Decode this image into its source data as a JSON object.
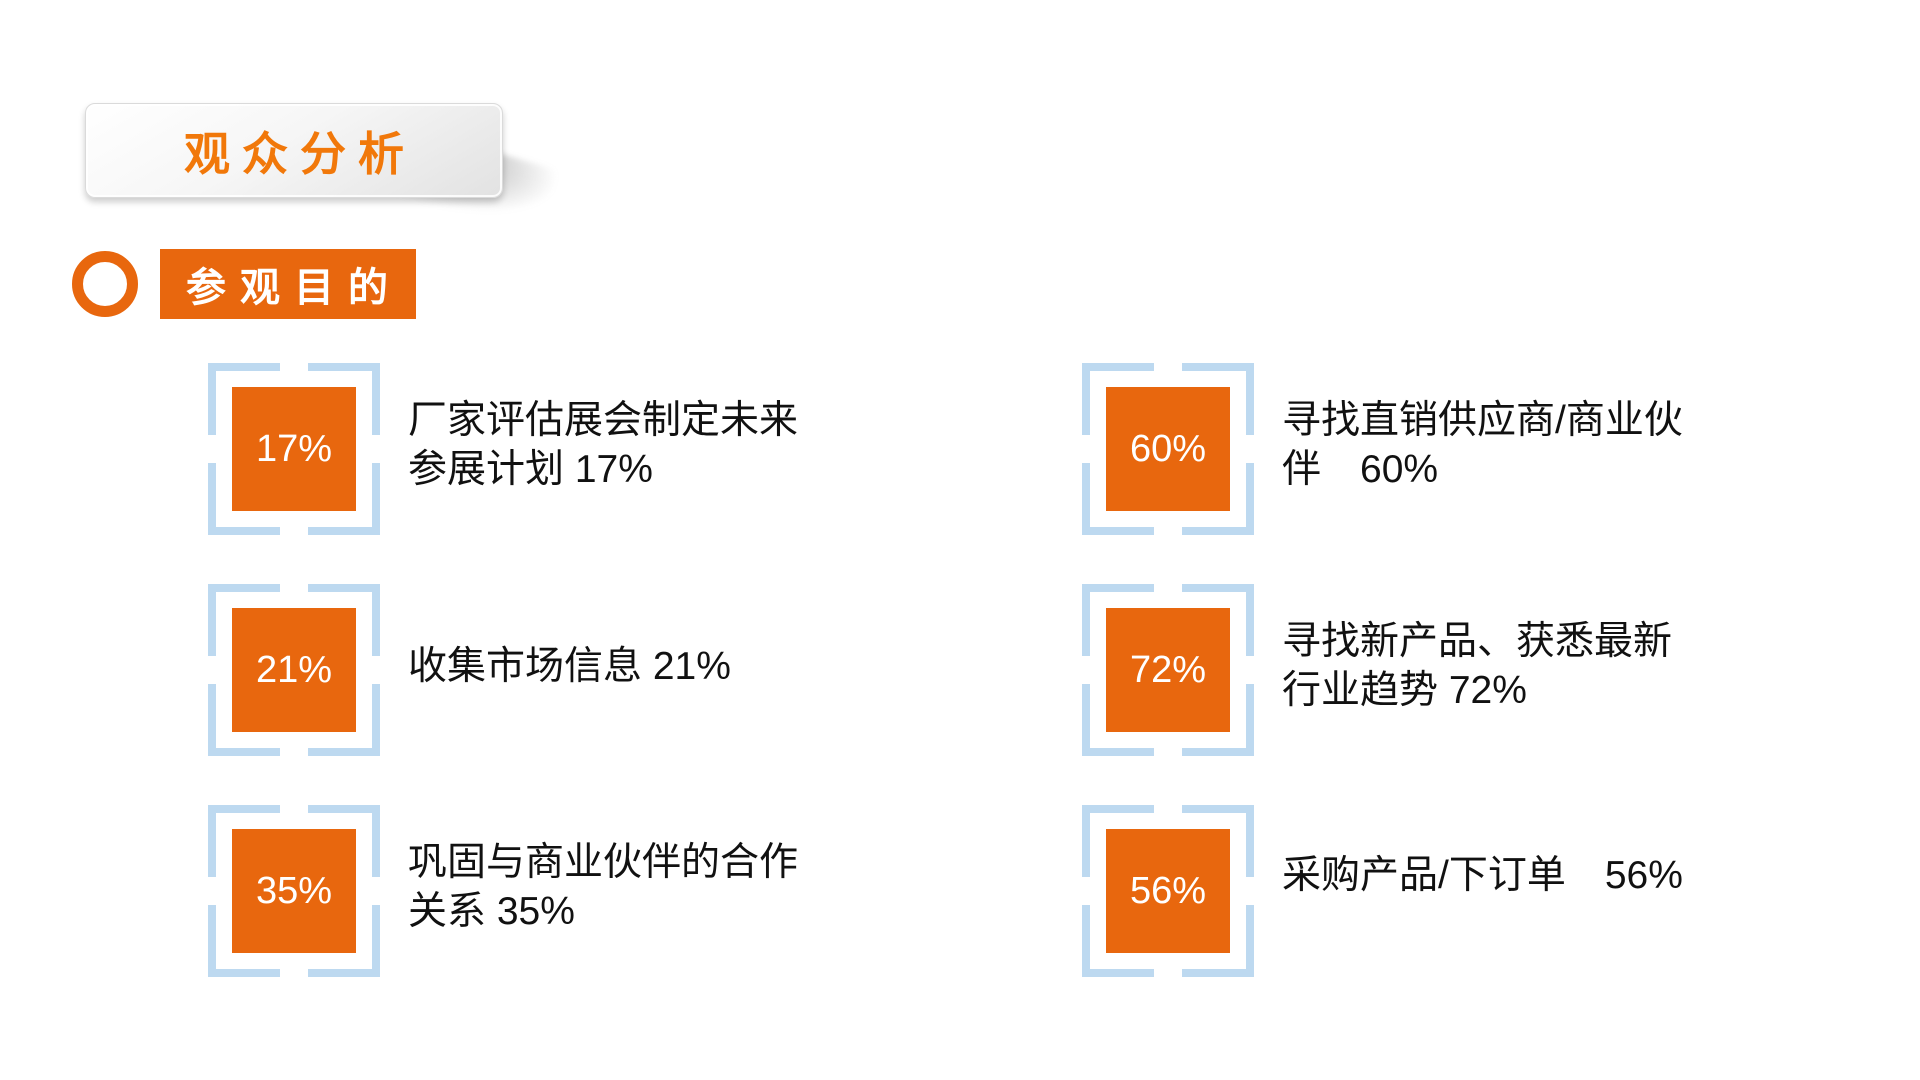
{
  "page": {
    "background": "#FFFFFF"
  },
  "colors": {
    "accent_orange": "#E8670E",
    "title_orange": "#F1780A",
    "frame_blue": "#BDD9F0",
    "text_dark": "#111111",
    "percent_white": "#FFFFFF",
    "page_bg": "#FFFFFF"
  },
  "header": {
    "title": "观众分析"
  },
  "section": {
    "bullet_icon": "ring-circle",
    "label": "参观目的"
  },
  "items": [
    {
      "percent": "17%",
      "text": "厂家评估展会制定未来\n参展计划 17%"
    },
    {
      "percent": "21%",
      "text": "收集市场信息 21%"
    },
    {
      "percent": "35%",
      "text": "巩固与商业伙伴的合作\n关系 35%"
    },
    {
      "percent": "60%",
      "text": "寻找直销供应商/商业伙\n伴　60%"
    },
    {
      "percent": "72%",
      "text": "寻找新产品、获悉最新\n行业趋势 72%"
    },
    {
      "percent": "56%",
      "text": "采购产品/下订单　56%"
    }
  ],
  "chart_data": {
    "type": "table",
    "title": "参观目的",
    "categories": [
      "厂家评估展会制定未来参展计划",
      "收集市场信息",
      "巩固与商业伙伴的合作关系",
      "寻找直销供应商/商业伙伴",
      "寻找新产品、获悉最新行业趋势",
      "采购产品/下订单"
    ],
    "values": [
      17,
      21,
      35,
      60,
      72,
      56
    ],
    "unit": "%"
  }
}
